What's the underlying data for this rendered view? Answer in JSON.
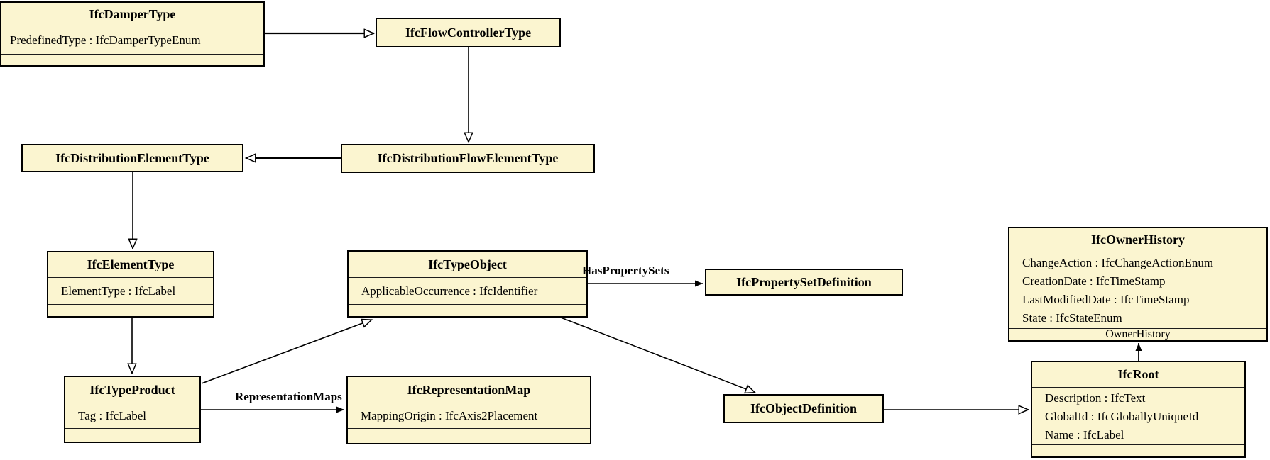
{
  "colors": {
    "node_fill": "#FBF5D0",
    "node_border": "#000000",
    "line": "#000000",
    "background": "#FFFFFF"
  },
  "classes": {
    "damper_type": {
      "title": "IfcDamperType",
      "attrs": [
        "PredefinedType : IfcDamperTypeEnum"
      ]
    },
    "flow_controller_type": {
      "title": "IfcFlowControllerType"
    },
    "distribution_element_type": {
      "title": "IfcDistributionElementType"
    },
    "distribution_flow_element_type": {
      "title": "IfcDistributionFlowElementType"
    },
    "element_type": {
      "title": "IfcElementType",
      "attrs": [
        "ElementType : IfcLabel"
      ]
    },
    "type_object": {
      "title": "IfcTypeObject",
      "attrs": [
        "ApplicableOccurrence : IfcIdentifier"
      ]
    },
    "property_set_definition": {
      "title": "IfcPropertySetDefinition"
    },
    "owner_history": {
      "title": "IfcOwnerHistory",
      "attrs": [
        "ChangeAction : IfcChangeActionEnum",
        "CreationDate : IfcTimeStamp",
        "LastModifiedDate : IfcTimeStamp",
        "State : IfcStateEnum"
      ],
      "relation_label": "OwnerHistory"
    },
    "type_product": {
      "title": "IfcTypeProduct",
      "attrs": [
        "Tag : IfcLabel"
      ]
    },
    "representation_map": {
      "title": "IfcRepresentationMap",
      "attrs": [
        "MappingOrigin : IfcAxis2Placement"
      ]
    },
    "object_definition": {
      "title": "IfcObjectDefinition"
    },
    "root": {
      "title": "IfcRoot",
      "attrs": [
        "Description : IfcText",
        "GlobalId : IfcGloballyUniqueId",
        "Name : IfcLabel"
      ]
    }
  },
  "edge_labels": {
    "has_property_sets": "HasPropertySets",
    "representation_maps": "RepresentationMaps"
  },
  "edges": [
    {
      "from": "IfcDamperType",
      "to": "IfcFlowControllerType",
      "kind": "inheritance"
    },
    {
      "from": "IfcFlowControllerType",
      "to": "IfcDistributionFlowElementType",
      "kind": "inheritance"
    },
    {
      "from": "IfcDistributionFlowElementType",
      "to": "IfcDistributionElementType",
      "kind": "inheritance"
    },
    {
      "from": "IfcDistributionElementType",
      "to": "IfcElementType",
      "kind": "inheritance"
    },
    {
      "from": "IfcElementType",
      "to": "IfcTypeProduct",
      "kind": "inheritance"
    },
    {
      "from": "IfcTypeProduct",
      "to": "IfcTypeObject",
      "kind": "inheritance"
    },
    {
      "from": "IfcTypeObject",
      "to": "IfcObjectDefinition",
      "kind": "inheritance"
    },
    {
      "from": "IfcObjectDefinition",
      "to": "IfcRoot",
      "kind": "inheritance"
    },
    {
      "from": "IfcTypeObject",
      "to": "IfcPropertySetDefinition",
      "kind": "association",
      "label": "HasPropertySets"
    },
    {
      "from": "IfcTypeProduct",
      "to": "IfcRepresentationMap",
      "kind": "association",
      "label": "RepresentationMaps"
    },
    {
      "from": "IfcRoot",
      "to": "IfcOwnerHistory",
      "kind": "association",
      "label": "OwnerHistory"
    }
  ]
}
